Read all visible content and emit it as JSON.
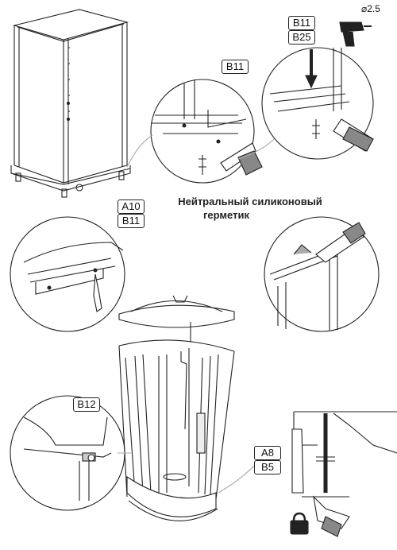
{
  "labels": {
    "top_b11": "B11",
    "top_b25": "B25",
    "mid_b11": "B11",
    "a10": "A10",
    "a10_b11": "B11",
    "b12": "B12",
    "a8": "A8",
    "b5": "B5"
  },
  "drill": {
    "diameter": "⌀2.5"
  },
  "caption": {
    "line1": "Нейтральный силиконовый",
    "line2": "герметик"
  },
  "icons": [
    "drill-icon",
    "padlock-icon",
    "silicone-gun-icon",
    "shower-cabin-illustration"
  ]
}
